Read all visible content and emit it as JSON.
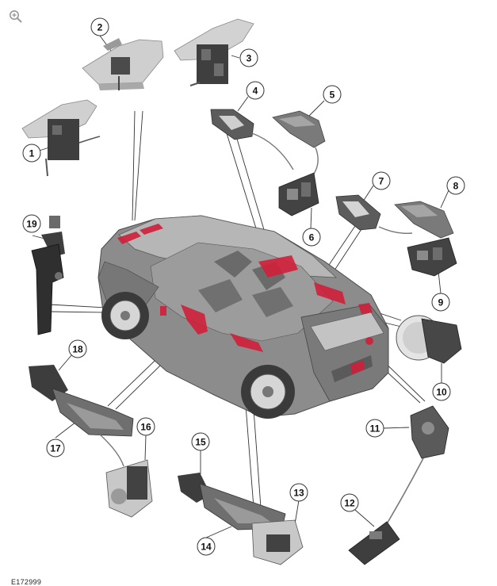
{
  "diagram": {
    "code": "E172999",
    "callouts": [
      "1",
      "2",
      "3",
      "4",
      "5",
      "6",
      "7",
      "8",
      "9",
      "10",
      "11",
      "12",
      "13",
      "14",
      "15",
      "16",
      "17",
      "18",
      "19"
    ]
  },
  "icons": {
    "zoom": "zoom-in-icon"
  },
  "colors": {
    "body": "#8a8a8a",
    "body_dark": "#5e5e5e",
    "glass": "#b9b9b9",
    "part": "#6a6a6a",
    "metal": "#c9c9c9",
    "highlight": "#d0203a",
    "line": "#333333"
  }
}
